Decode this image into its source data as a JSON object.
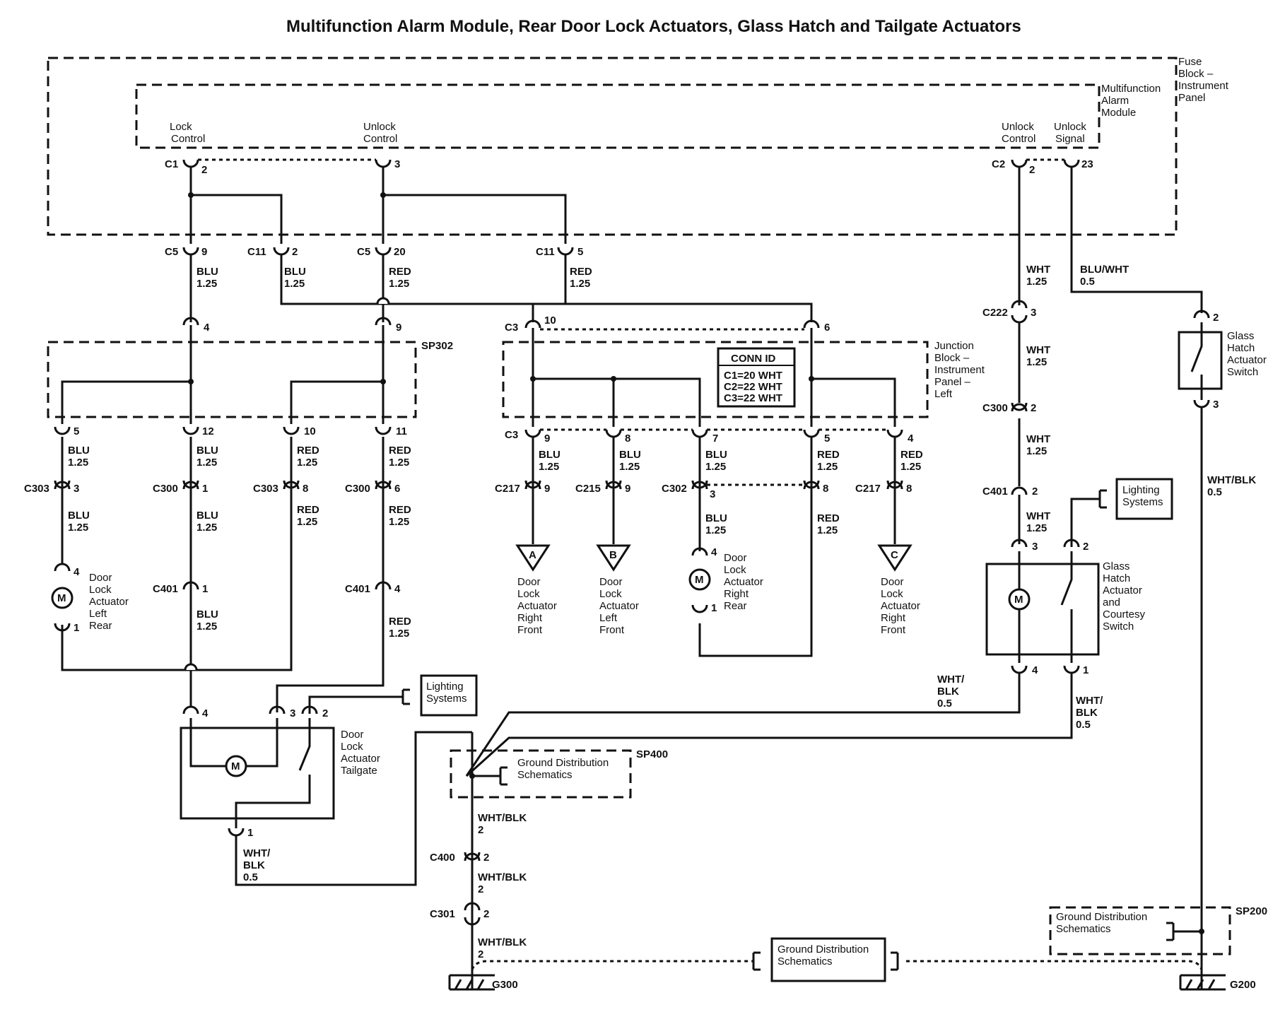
{
  "title": "Multifunction Alarm Module, Rear Door Lock Actuators, Glass Hatch and Tailgate Actuators",
  "blocks": {
    "fuse_block": [
      "Fuse",
      "Block –",
      "Instrument",
      "Panel"
    ],
    "alarm_module": [
      "Multifunction",
      "Alarm",
      "Module"
    ],
    "junction_block": [
      "Junction",
      "Block –",
      "Instrument",
      "Panel –",
      "Left"
    ]
  },
  "module_pins": {
    "lock_control": [
      "Lock",
      "Control"
    ],
    "unlock_control": [
      "Unlock",
      "Control"
    ],
    "unlock_control2": [
      "Unlock",
      "Control"
    ],
    "unlock_signal": [
      "Unlock",
      "Signal"
    ]
  },
  "connectors": {
    "c1": "C1",
    "c1_pin2": "2",
    "c1_pin3": "3",
    "c2": "C2",
    "c2_pin2": "2",
    "c2_pin23": "23",
    "c5a": "C5",
    "c5a_pin": "9",
    "c11a": "C11",
    "c11a_pin": "2",
    "c5b": "C5",
    "c5b_pin": "20",
    "c11b": "C11",
    "c11b_pin": "5",
    "sp302_in4": "4",
    "sp302_in9": "9",
    "c3_top": "C3",
    "c3_top_pin10": "10",
    "c3_top_pin6": "6",
    "p5": "5",
    "p12": "12",
    "p10": "10",
    "p11": "11",
    "c3_bot": "C3",
    "c3_b9": "9",
    "c3_b8": "8",
    "c3_b7": "7",
    "c3_b5": "5",
    "c3_b4": "4",
    "c303a": "C303",
    "c303a_pin": "3",
    "c300a": "C300",
    "c300a_pin": "1",
    "c303b": "C303",
    "c303b_pin": "8",
    "c300b": "C300",
    "c300b_pin": "6",
    "c217a": "C217",
    "c217a_pin": "9",
    "c215": "C215",
    "c215_pin": "9",
    "c302": "C302",
    "c302_pin3": "3",
    "c302_pin8": "8",
    "c217b": "C217",
    "c217b_pin": "8",
    "c401a": "C401",
    "c401a_pin": "1",
    "c401b": "C401",
    "c401b_pin": "4",
    "dlalr_pin4": "4",
    "dlalr_pin1": "1",
    "dlarr_pin4": "4",
    "dlarr_pin1": "1",
    "tg_pin4": "4",
    "tg_pin3": "3",
    "tg_pin2": "2",
    "tg_pin1": "1",
    "c222": "C222",
    "c222_pin": "3",
    "c300c": "C300",
    "c300c_pin": "2",
    "c401c": "C401",
    "c401c_pin": "2",
    "gh_pin3": "3",
    "gh_pin2": "2",
    "gh_pin4": "4",
    "gh_pin1": "1",
    "ghs_pin2": "2",
    "ghs_pin3": "3",
    "c400": "C400",
    "c400_pin": "2",
    "c301": "C301",
    "c301_pin": "2"
  },
  "wires": {
    "w_blu_a": [
      "BLU",
      "1.25"
    ],
    "w_blu_b": [
      "BLU",
      "1.25"
    ],
    "w_red_a": [
      "RED",
      "1.25"
    ],
    "w_red_b": [
      "RED",
      "1.25"
    ],
    "w_blu_5": [
      "BLU",
      "1.25"
    ],
    "w_blu_12": [
      "BLU",
      "1.25"
    ],
    "w_red_10": [
      "RED",
      "1.25"
    ],
    "w_red_11": [
      "RED",
      "1.25"
    ],
    "w_blu_c303": [
      "BLU",
      "1.25"
    ],
    "w_blu_c300": [
      "BLU",
      "1.25"
    ],
    "w_red_c303": [
      "RED",
      "1.25"
    ],
    "w_red_c300": [
      "RED",
      "1.25"
    ],
    "w_blu_c401": [
      "BLU",
      "1.25"
    ],
    "w_red_c401": [
      "RED",
      "1.25"
    ],
    "w_blu_j9": [
      "BLU",
      "1.25"
    ],
    "w_blu_j8": [
      "BLU",
      "1.25"
    ],
    "w_blu_j7": [
      "BLU",
      "1.25"
    ],
    "w_red_j5": [
      "RED",
      "1.25"
    ],
    "w_red_j4": [
      "RED",
      "1.25"
    ],
    "w_blu_c302": [
      "BLU",
      "1.25"
    ],
    "w_red_c302": [
      "RED",
      "1.25"
    ],
    "w_wht_1": [
      "WHT",
      "1.25"
    ],
    "w_wht_2": [
      "WHT",
      "1.25"
    ],
    "w_wht_3": [
      "WHT",
      "1.25"
    ],
    "w_wht_4": [
      "WHT",
      "1.25"
    ],
    "w_bluwht": [
      "BLU/WHT",
      "0.5"
    ],
    "w_whtblk_ghs": [
      "WHT/BLK",
      "0.5"
    ],
    "w_whtblk_gh4": [
      "WHT/",
      "BLK",
      "0.5"
    ],
    "w_whtblk_gh1": [
      "WHT/",
      "BLK",
      "0.5"
    ],
    "w_whtblk_tg": [
      "WHT/",
      "BLK",
      "0.5"
    ],
    "w_whtblk_g1": [
      "WHT/BLK",
      "2"
    ],
    "w_whtblk_g2": [
      "WHT/BLK",
      "2"
    ],
    "w_whtblk_g3": [
      "WHT/BLK",
      "2"
    ]
  },
  "splices": {
    "sp302": "SP302",
    "sp400": "SP400",
    "sp200": "SP200"
  },
  "conn_id": {
    "title": "CONN ID",
    "rows": [
      "C1=20 WHT",
      "C2=22 WHT",
      "C3=22 WHT"
    ]
  },
  "components": {
    "dla_left_rear": [
      "Door",
      "Lock",
      "Actuator",
      "Left",
      "Rear"
    ],
    "dla_right_rear": [
      "Door",
      "Lock",
      "Actuator",
      "Right",
      "Rear"
    ],
    "dla_tailgate": [
      "Door",
      "Lock",
      "Actuator",
      "Tailgate"
    ],
    "glass_hatch": [
      "Glass",
      "Hatch",
      "Actuator",
      "and",
      "Courtesy",
      "Switch"
    ],
    "glass_hatch_switch": [
      "Glass",
      "Hatch",
      "Actuator",
      "Switch"
    ],
    "motor": "M"
  },
  "offpage": [
    {
      "letter": "A",
      "label": [
        "Door",
        "Lock",
        "Actuator",
        "Right",
        "Front"
      ]
    },
    {
      "letter": "B",
      "label": [
        "Door",
        "Lock",
        "Actuator",
        "Left",
        "Front"
      ]
    },
    {
      "letter": "C",
      "label": [
        "Door",
        "Lock",
        "Actuator",
        "Right",
        "Front"
      ]
    }
  ],
  "refs": {
    "lighting1": [
      "Lighting",
      "Systems"
    ],
    "lighting2": [
      "Lighting",
      "Systems"
    ],
    "ground_sp400": [
      "Ground Distribution",
      "Schematics"
    ],
    "ground_sp200": [
      "Ground Distribution",
      "Schematics"
    ],
    "ground_bottom": [
      "Ground Distribution",
      "Schematics"
    ]
  },
  "grounds": {
    "g300": "G300",
    "g200": "G200"
  }
}
